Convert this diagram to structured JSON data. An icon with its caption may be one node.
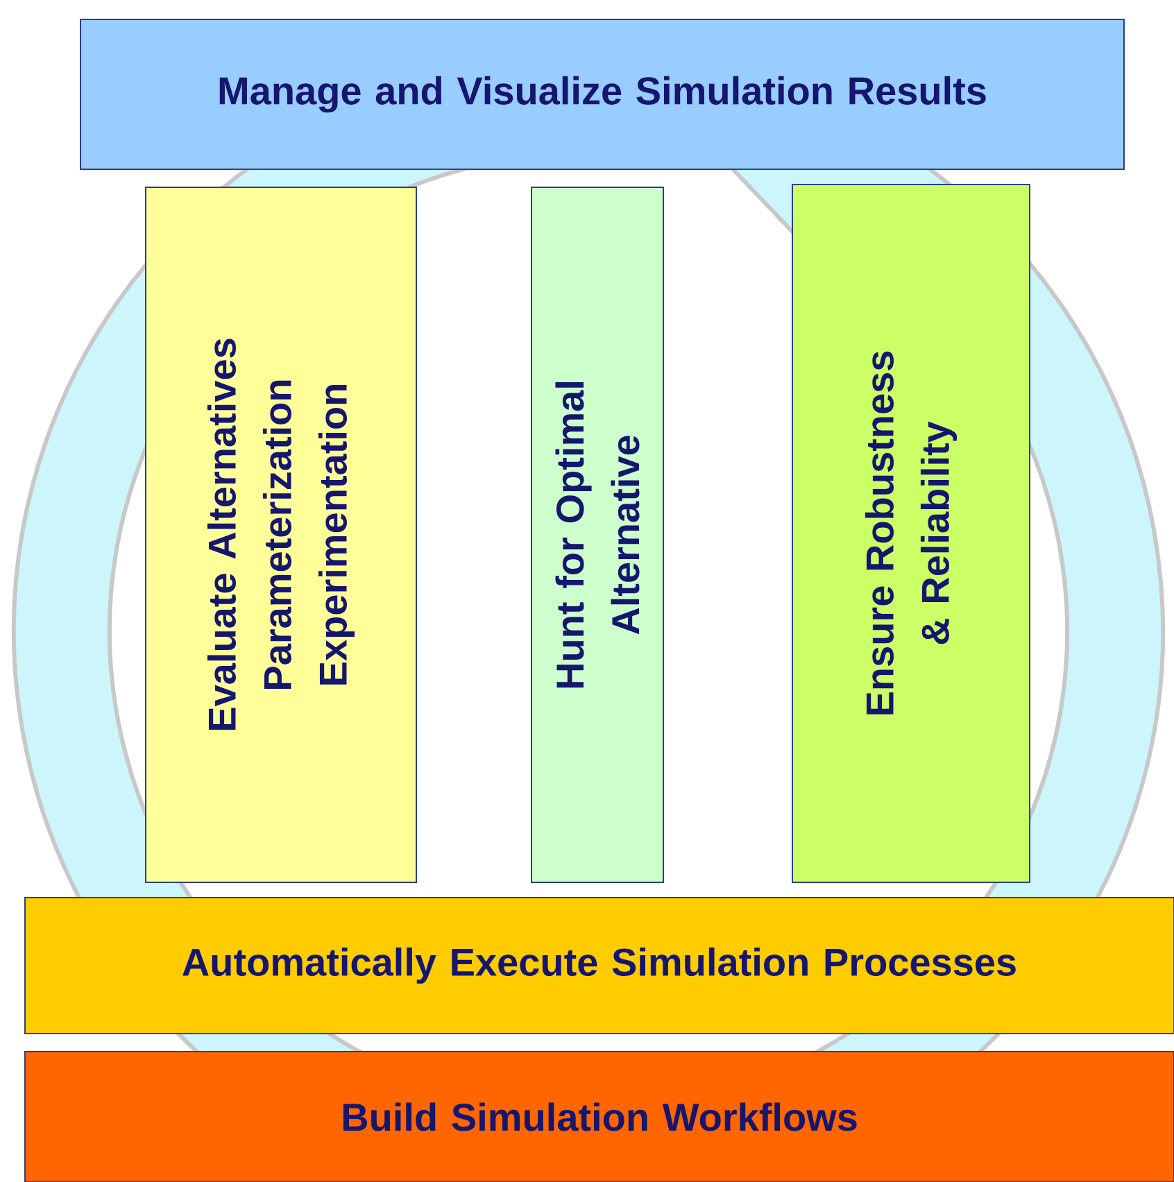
{
  "diagram": {
    "nodes": [
      {
        "text": [
          "Manage and Visualize Simulation Results"
        ]
      },
      {
        "text": [
          "Evaluate Alternatives Parameterization Experimentation"
        ]
      },
      {
        "text": [
          "Hunt for Optimal Alternative"
        ]
      },
      {
        "text": [
          "Ensure Robustness & Reliability"
        ]
      },
      {
        "text": [
          "Automatically Execute Simulation Processes"
        ]
      },
      {
        "text": [
          "Build Simulation Workflows"
        ]
      }
    ]
  }
}
